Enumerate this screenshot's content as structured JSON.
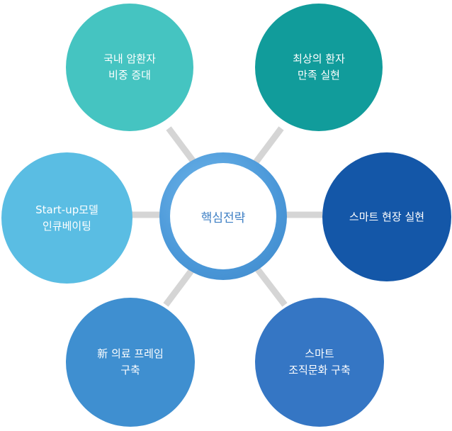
{
  "center": {
    "label": "핵심전략",
    "text_color": "#3e7fc4",
    "ring_color": "#4a97d8"
  },
  "connector_color": "#d5d5d5",
  "nodes": [
    {
      "id": "domestic-cancer",
      "label": "국내 암환자\n비중 증대",
      "color": "#45c4c1"
    },
    {
      "id": "patient-satisfaction",
      "label": "최상의 환자\n만족 실현",
      "color": "#119c9b"
    },
    {
      "id": "startup-incubating",
      "label": "Start-up모델\n인큐베이팅",
      "color": "#5abde3"
    },
    {
      "id": "smart-field",
      "label": "스마트 현장 실현",
      "color": "#1457a8"
    },
    {
      "id": "new-medical-framework",
      "label": "新 의료 프레임\n구축",
      "color": "#3f8fd0"
    },
    {
      "id": "smart-culture",
      "label": "스마트\n조직문화 구축",
      "color": "#3576c4"
    }
  ]
}
